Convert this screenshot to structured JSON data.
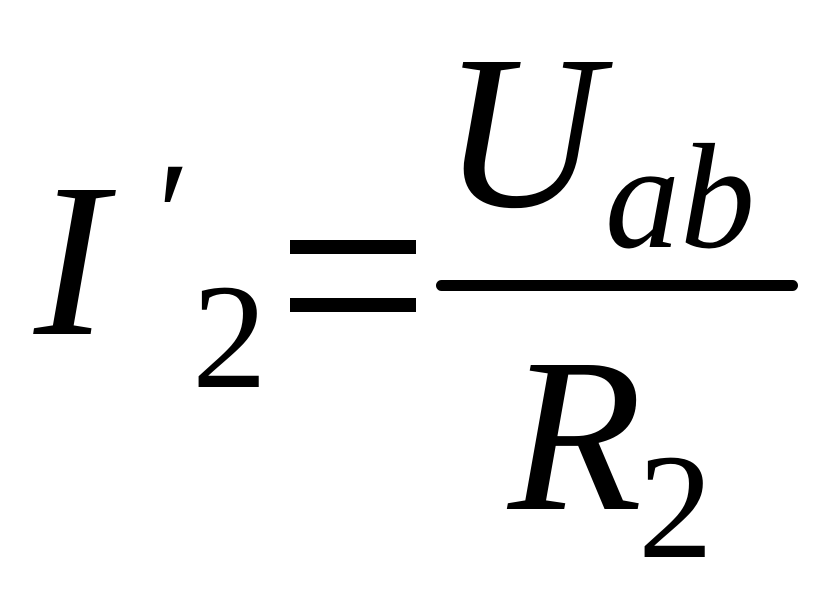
{
  "formula": {
    "lhs": {
      "base": "I",
      "prime": "′",
      "subscript": "2"
    },
    "relation": "=",
    "numerator": {
      "base": "U",
      "subscript": "ab"
    },
    "denominator": {
      "base": "R",
      "subscript": "2"
    }
  }
}
